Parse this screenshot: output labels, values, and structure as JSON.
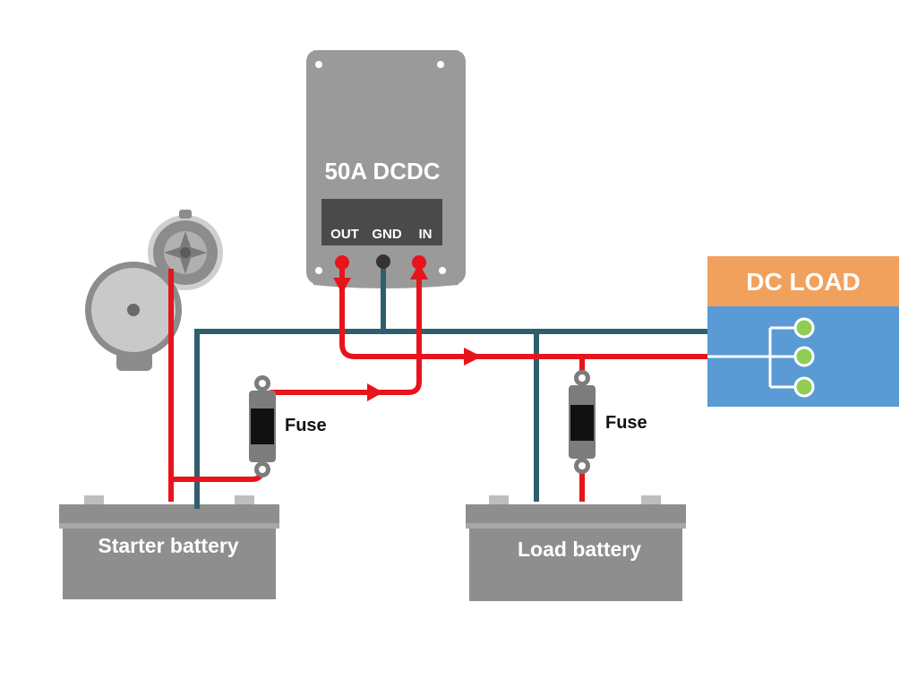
{
  "dcdc": {
    "title": "50A DCDC",
    "terminals": [
      "OUT",
      "GND",
      "IN"
    ]
  },
  "dc_load": {
    "title": "DC LOAD"
  },
  "fuses": [
    {
      "label": "Fuse"
    },
    {
      "label": "Fuse"
    }
  ],
  "batteries": {
    "starter": "Starter battery",
    "load": "Load battery"
  },
  "colors": {
    "positive_wire": "#e8141b",
    "ground_wire": "#2f5f6e",
    "device_gray": "#9a9a9a",
    "dc_load_header": "#f0a15e",
    "dc_load_body": "#5b9bd5",
    "load_node": "#8fce53"
  }
}
